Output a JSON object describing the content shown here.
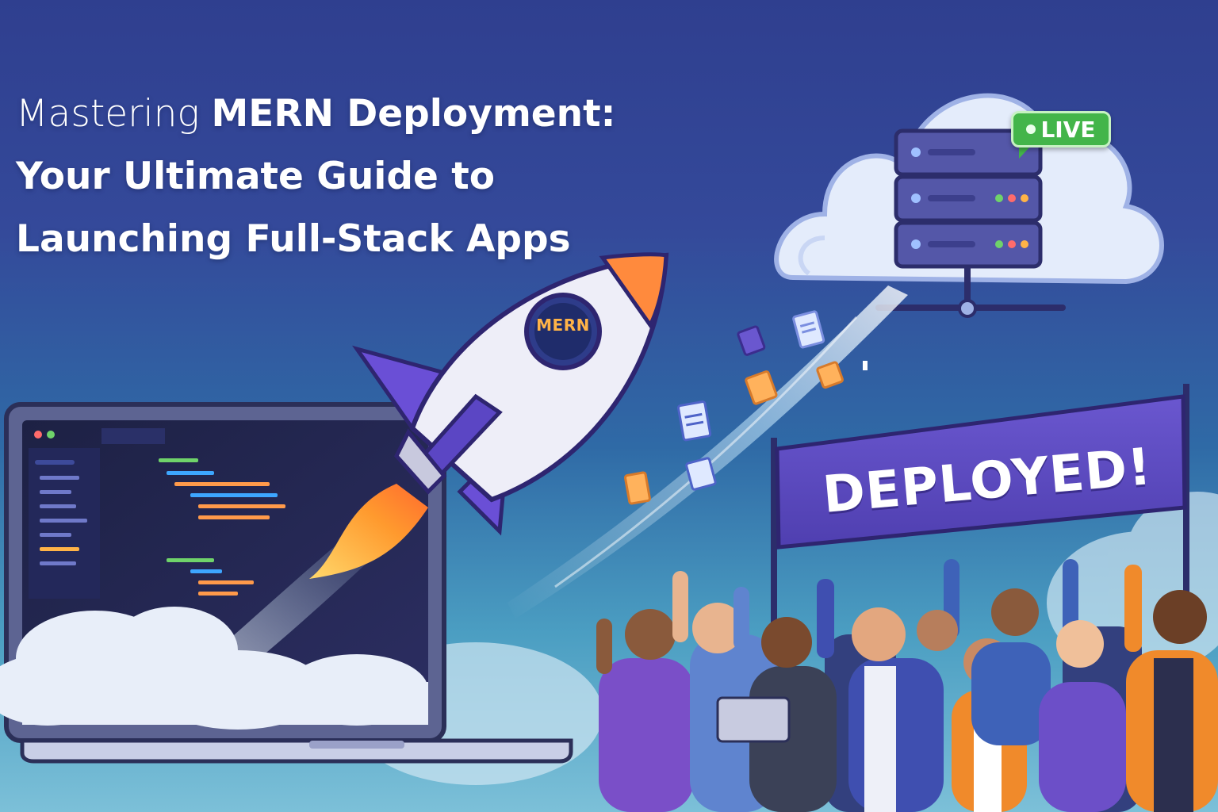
{
  "hero": {
    "title_line1_light": "Mastering ",
    "title_line1_bold": "MERN Deployment:",
    "title_line2": "Your Ultimate Guide to",
    "title_line3": "Launching Full-Stack Apps"
  },
  "server": {
    "status_badge": "LIVE"
  },
  "rocket": {
    "badge_label": "MERN"
  },
  "banner": {
    "text": "DEPLOYED!"
  },
  "colors": {
    "bg_top": "#2f3f8f",
    "bg_bottom": "#7cc0d8",
    "accent_purple": "#5b46c4",
    "accent_orange": "#f08a2b",
    "live_green": "#43b54a"
  }
}
